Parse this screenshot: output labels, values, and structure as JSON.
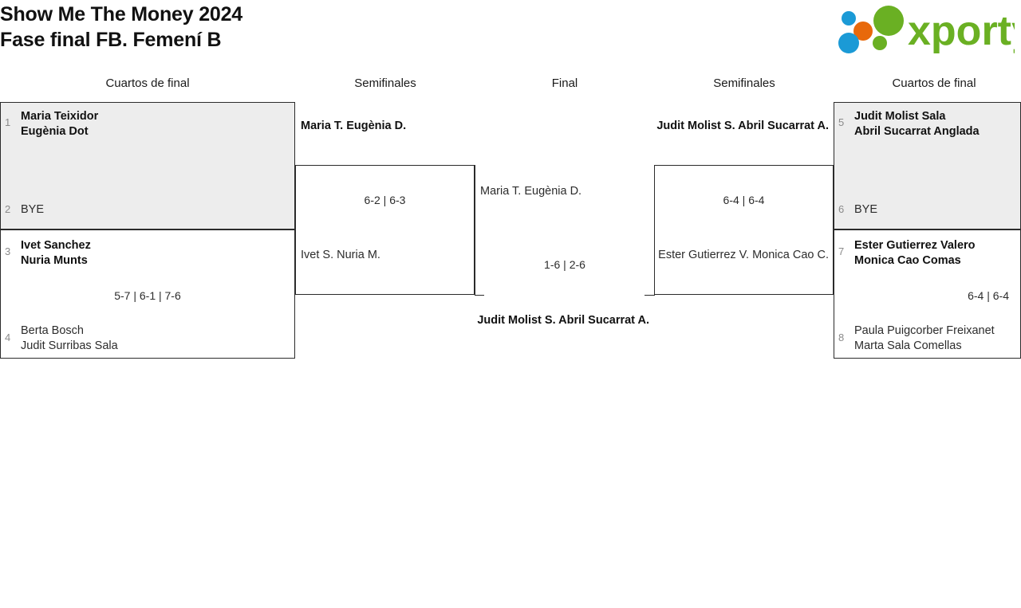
{
  "header": {
    "title_line1": "Show Me The Money 2024",
    "title_line2": "Fase final FB. Femení B",
    "logo_text": "xporty",
    "logo_colors": {
      "green": "#6ab023",
      "blue": "#1b9ad6",
      "orange": "#e8690b"
    }
  },
  "rounds": [
    {
      "label": "Cuartos de final"
    },
    {
      "label": "Semifinales"
    },
    {
      "label": "Final"
    },
    {
      "label": "Semifinales"
    },
    {
      "label": "Cuartos de final"
    }
  ],
  "colors": {
    "shaded_box": "#ededed",
    "border": "#2b2b2b",
    "seed_text": "#8a8a8a",
    "text": "#2c2c2c"
  },
  "bracket": {
    "qf_left": [
      {
        "top_seed": "1",
        "top_line1": "Maria Teixidor",
        "top_line2": "Eugènia Dot",
        "bottom_seed": "2",
        "bottom_line1": "BYE",
        "bottom_line2": "",
        "score": "",
        "winner": "top"
      },
      {
        "top_seed": "3",
        "top_line1": "Ivet Sanchez",
        "top_line2": "Nuria Munts",
        "bottom_seed": "4",
        "bottom_line1": "Berta Bosch",
        "bottom_line2": "Judit Surribas Sala",
        "score": "5-7 | 6-1 | 7-6",
        "winner": "top"
      }
    ],
    "sf_left": {
      "top_line1": "Maria T.",
      "top_line2": "Eugènia D.",
      "bottom_line1": "Ivet S.",
      "bottom_line2": "Nuria M.",
      "score": "6-2 | 6-3",
      "winner": "top"
    },
    "final": {
      "left_line1": "Maria T.",
      "left_line2": "Eugènia D.",
      "score": "1-6 | 2-6",
      "champion_line1": "Judit Molist S.",
      "champion_line2": "Abril Sucarrat A."
    },
    "sf_right": {
      "top_line1": "Judit Molist S.",
      "top_line2": "Abril Sucarrat A.",
      "bottom_line1": "Ester Gutierrez V.",
      "bottom_line2": "Monica Cao C.",
      "score": "6-4 | 6-4",
      "winner": "top"
    },
    "qf_right": [
      {
        "top_seed": "5",
        "top_line1": "Judit Molist Sala",
        "top_line2": "Abril Sucarrat Anglada",
        "bottom_seed": "6",
        "bottom_line1": "BYE",
        "bottom_line2": "",
        "score": "",
        "winner": "top"
      },
      {
        "top_seed": "7",
        "top_line1": "Ester Gutierrez Valero",
        "top_line2": "Monica Cao Comas",
        "bottom_seed": "8",
        "bottom_line1": "Paula Puigcorber Freixanet",
        "bottom_line2": "Marta Sala Comellas",
        "score": "6-4 | 6-4",
        "winner": "top"
      }
    ]
  }
}
